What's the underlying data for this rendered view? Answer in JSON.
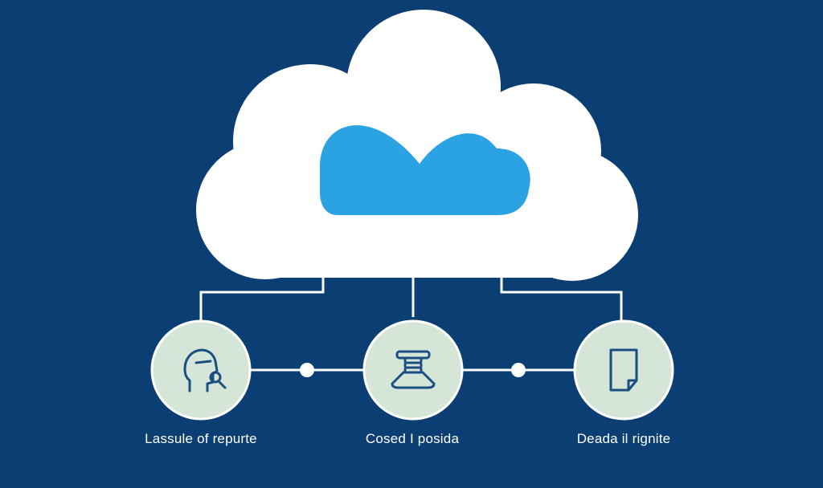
{
  "colors": {
    "background": "#0b3e72",
    "cloud": "#ffffff",
    "inner_cloud": "#2ba3e3",
    "node_fill": "#d5e6d8",
    "node_stroke": "#ffffff",
    "icon_stroke": "#1b4f82",
    "connector": "#ffffff"
  },
  "nodes": [
    {
      "icon": "user-search-icon",
      "label": "Lassule of repurte"
    },
    {
      "icon": "server-icon",
      "label": "Cosed I posida"
    },
    {
      "icon": "document-icon",
      "label": "Deada il rignite"
    }
  ]
}
